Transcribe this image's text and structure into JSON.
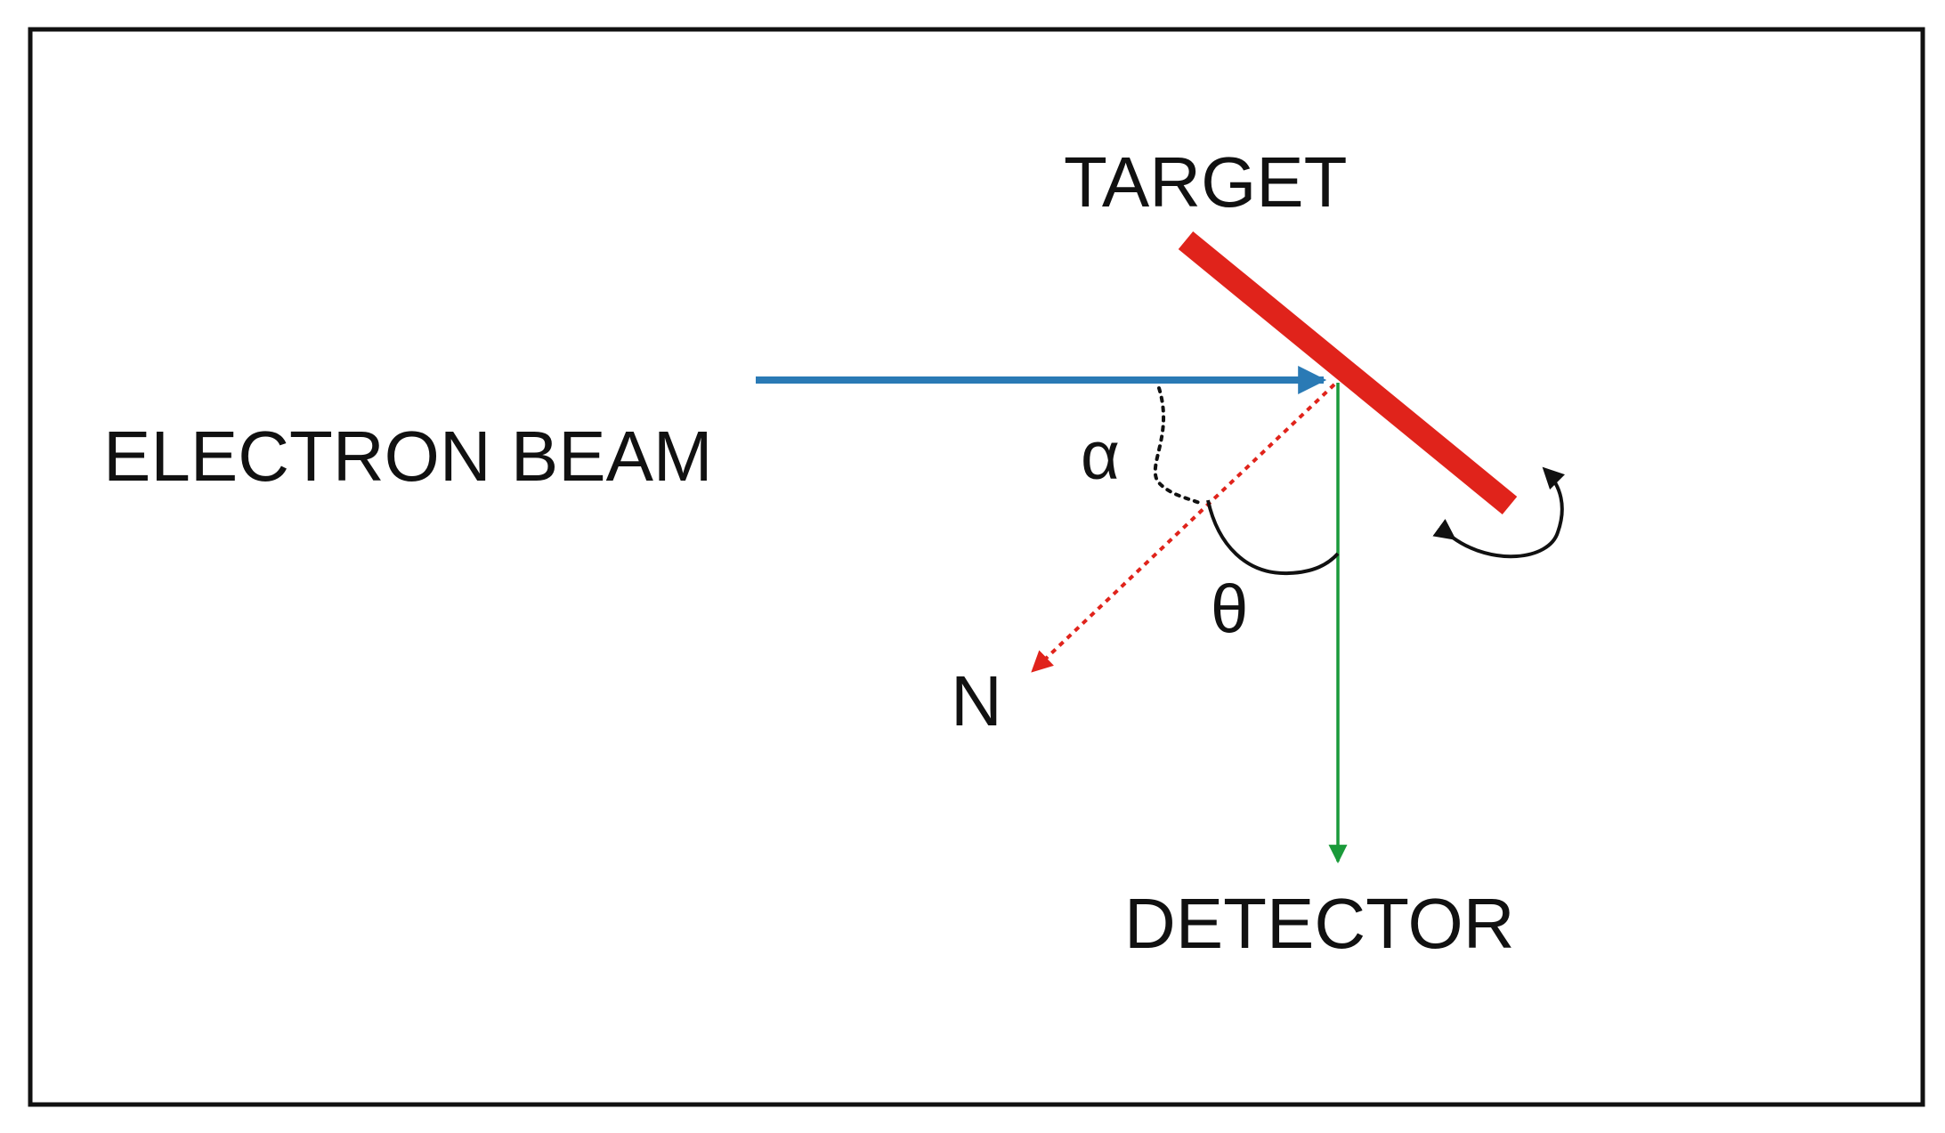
{
  "labels": {
    "target": "TARGET",
    "electron_beam": "ELECTRON BEAM",
    "alpha": "α",
    "theta": "θ",
    "normal": "N",
    "detector": "DETECTOR"
  },
  "colors": {
    "frame": "#111111",
    "target": "#e0231b",
    "beam": "#2a7ab5",
    "normal": "#e0231b",
    "detector_line": "#1a9a3a",
    "angle_arcs": "#111111"
  }
}
